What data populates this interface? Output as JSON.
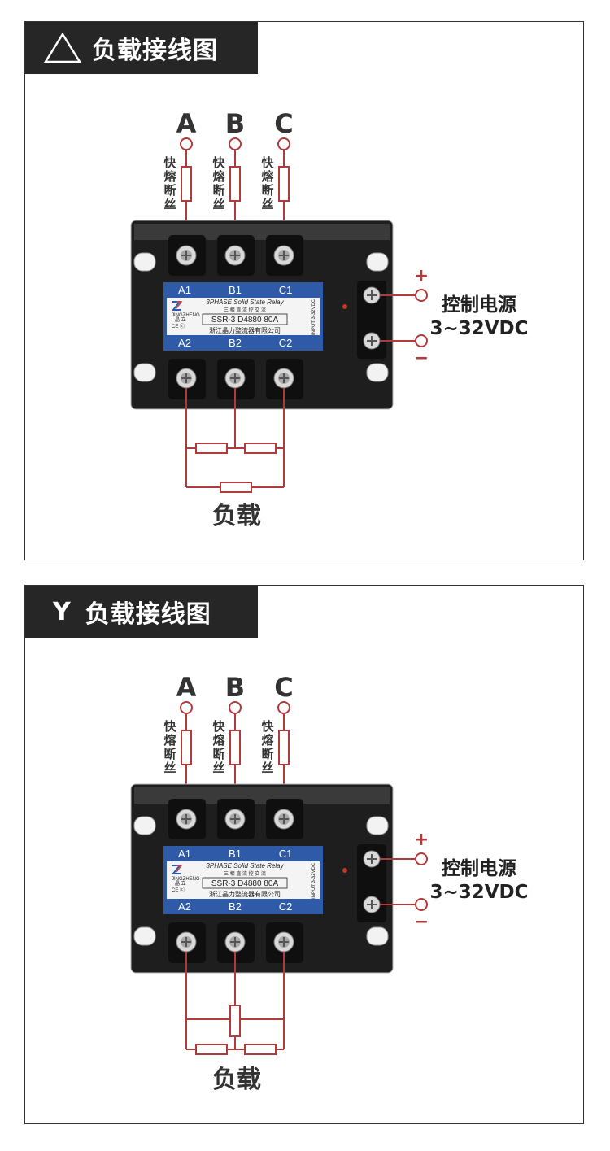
{
  "colors": {
    "wire": "#b13a3a",
    "header_bg": "#262626",
    "label_blue": "#2f5aa8",
    "relay_body": "#2a2a2a"
  },
  "panels": [
    {
      "title": "负载接线图",
      "title_prefix_icon": "triangle-delta-icon",
      "phases": [
        "A",
        "B",
        "C"
      ],
      "fuse_label": [
        "快",
        "熔",
        "断",
        "丝"
      ],
      "relay": {
        "top_terminals": [
          "A1",
          "B1",
          "C1"
        ],
        "bottom_terminals": [
          "A2",
          "B2",
          "C2"
        ],
        "line1": "3PHASE Solid State Relay",
        "line2": "三 相 直 流 控 交 流",
        "model": "SSR-3  D4880  80A",
        "maker": "浙江晶力整流器有限公司",
        "input_label": "INPUT  3-32VDC",
        "brand_small": "晶 立",
        "brand_latin": "JINGZHENG",
        "cert": "CE ⓒ"
      },
      "power": {
        "line1": "控制电源",
        "line2": "3~32VDC",
        "plus": "+",
        "minus": "−"
      },
      "load_label": "负载",
      "wiring": "delta"
    },
    {
      "title": "负载接线图",
      "title_prefix": "Y",
      "phases": [
        "A",
        "B",
        "C"
      ],
      "fuse_label": [
        "快",
        "熔",
        "断",
        "丝"
      ],
      "relay": {
        "top_terminals": [
          "A1",
          "B1",
          "C1"
        ],
        "bottom_terminals": [
          "A2",
          "B2",
          "C2"
        ],
        "line1": "3PHASE Solid State Relay",
        "line2": "三 相 直 流 控 交 流",
        "model": "SSR-3  D4880  80A",
        "maker": "浙江晶力整流器有限公司",
        "input_label": "INPUT  3-32VDC",
        "brand_small": "晶 立",
        "brand_latin": "JINGZHENG",
        "cert": "CE ⓒ"
      },
      "power": {
        "line1": "控制电源",
        "line2": "3~32VDC",
        "plus": "+",
        "minus": "−"
      },
      "load_label": "负载",
      "wiring": "wye"
    }
  ]
}
